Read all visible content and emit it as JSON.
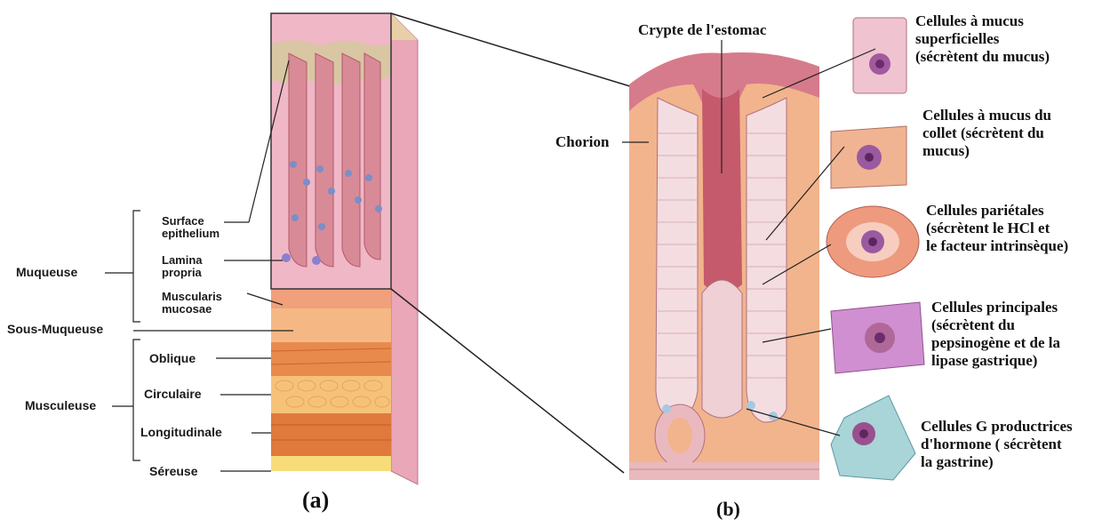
{
  "panel_a": {
    "caption": "(a)",
    "labels": {
      "surface_epithelium": "Surface\nepithelium",
      "lamina_propria": "Lamina\npropria",
      "muscularis_mucosae": "Muscularis\nmucosae",
      "muqueuse": "Muqueuse",
      "sous_muqueuse": "Sous-Muqueuse",
      "oblique": "Oblique",
      "circulaire": "Circulaire",
      "musculeuse": "Musculeuse",
      "longitudinale": "Longitudinale",
      "sereuse": "Séreuse"
    }
  },
  "panel_b": {
    "caption": "(b)",
    "labels": {
      "crypte": "Crypte de l'estomac",
      "chorion": "Chorion",
      "mucus_sup": "Cellules à mucus\nsuperficielles\n(sécrètent du mucus)",
      "mucus_collet": "Cellules à mucus du\ncollet (sécrètent du\nmucus)",
      "parietales": "Cellules pariétales\n(sécrètent le HCl et\nle facteur intrinsèque)",
      "principales": "Cellules principales\n(sécrètent du\npepsinogène et de la\nlipase gastrique)",
      "cellules_g": "Cellules G productrices\nd'hormone ( sécrètent\nla gastrine)"
    }
  },
  "colors": {
    "mucosa": "#f0b7c6",
    "muscle_dark": "#e07a3c",
    "muscle_light": "#f6c27a",
    "serosa": "#f7dd7a",
    "epithelium": "#d9c6a3",
    "chorion": "#f2b48c",
    "crypt": "#e0858d"
  }
}
